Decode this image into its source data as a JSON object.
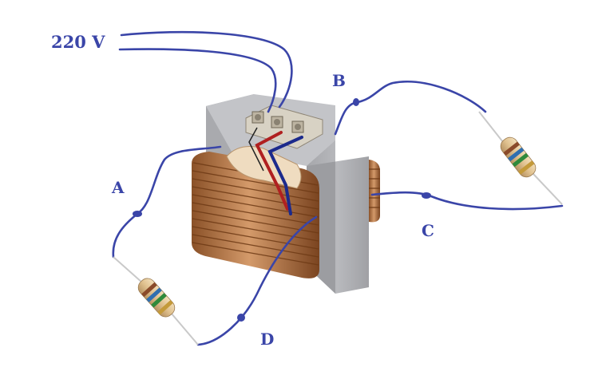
{
  "labels": {
    "voltage": "220 V",
    "a": "A",
    "b": "B",
    "c": "C",
    "d": "D"
  },
  "colors": {
    "wire": "#3a45a8",
    "label": "#3a45a8",
    "core_front": "#b4b5b9",
    "core_side": "#9c9da1",
    "core_top": "#c6c7cb",
    "copper_light": "#d49a6a",
    "copper_dark": "#8a5128",
    "terminal": "#d8d2c4",
    "lead_red": "#b02020",
    "lead_blue": "#1c2a8c",
    "resistor_body": "#e3c79a"
  },
  "icons": [
    "transformer",
    "resistor"
  ]
}
